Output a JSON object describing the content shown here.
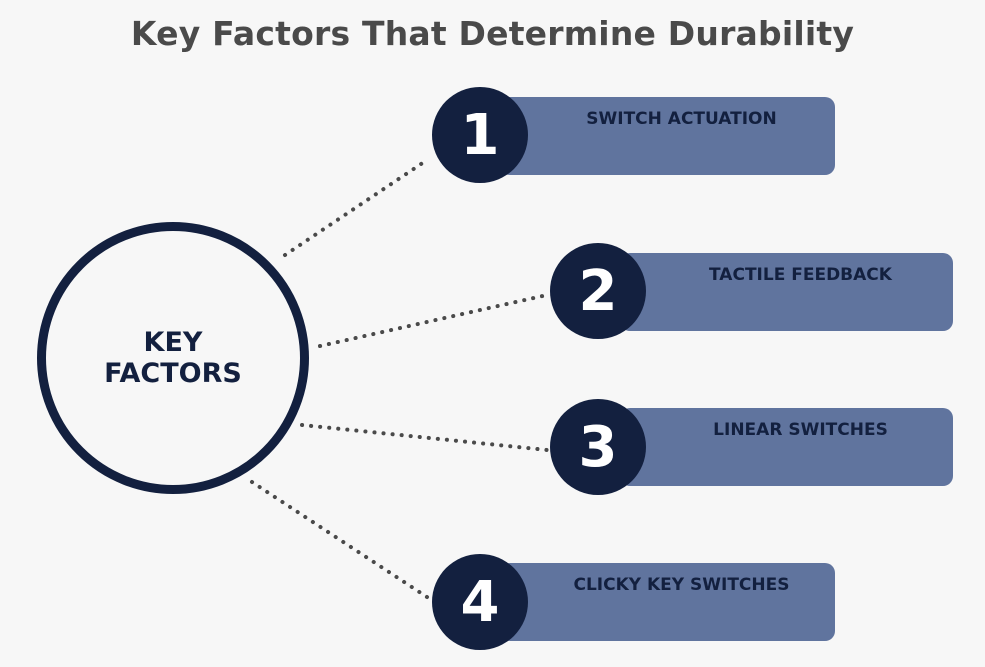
{
  "title": "Key Factors That Determine Durability",
  "hub": {
    "line1": "KEY",
    "line2": "FACTORS"
  },
  "factors": [
    {
      "number": "1",
      "label": "SWITCH ACTUATION"
    },
    {
      "number": "2",
      "label": "TACTILE FEEDBACK"
    },
    {
      "number": "3",
      "label": "LINEAR SWITCHES"
    },
    {
      "number": "4",
      "label": "CLICKY KEY SWITCHES"
    }
  ],
  "colors": {
    "navy": "#13203f",
    "box": "#60749e",
    "background": "#f7f7f7",
    "title": "#4a4a4a"
  }
}
